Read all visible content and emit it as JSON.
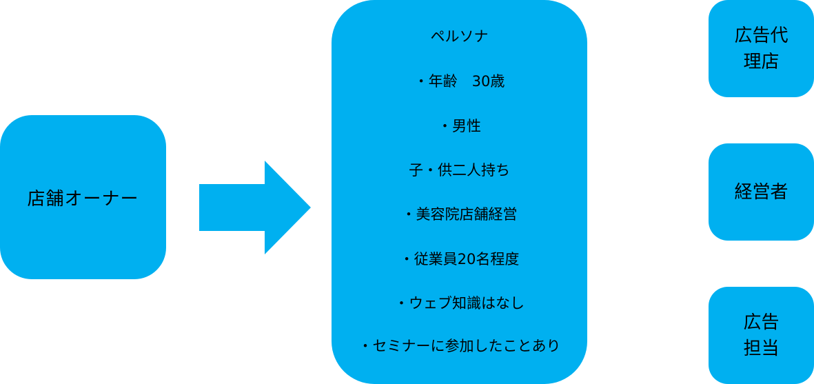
{
  "owner": {
    "label": "店舗オーナー"
  },
  "persona": {
    "lines": [
      "ペルソナ",
      "・年齢　30歳",
      "・男性",
      "子・供二人持ち",
      "・美容院店舗経営",
      "・従業員20名程度",
      "・ウェブ知識はなし",
      "・セミナーに参加したことあり"
    ]
  },
  "roles": {
    "agency": "広告代\n理店",
    "executive": "経営者",
    "ad_manager": "広告\n担当"
  },
  "colors": {
    "box_fill": "#00b0f0",
    "text": "#000000",
    "background": "#ffffff"
  },
  "icons": {
    "arrow": "right-arrow-icon"
  }
}
